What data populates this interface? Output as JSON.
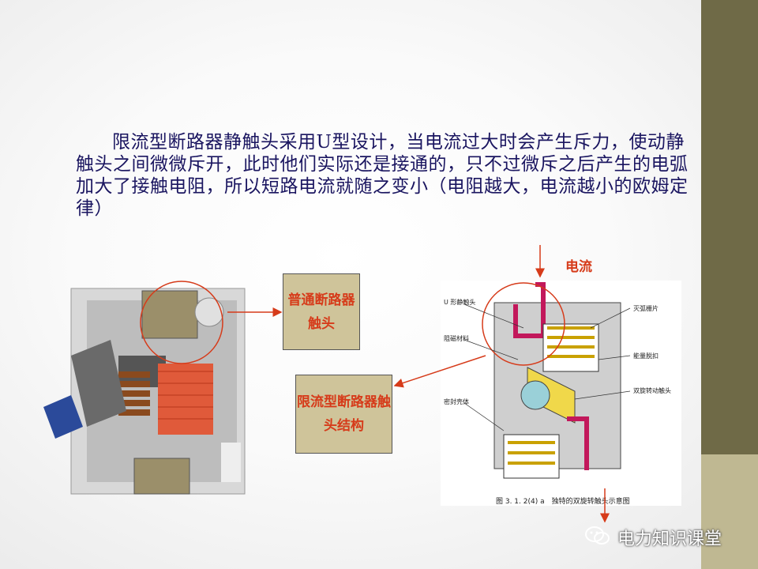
{
  "paragraph": "限流型断路器静触头采用U型设计，当电流过大时会产生斥力，使动静触头之间微微斥开，此时他们实际还是接通的，只不过微斥之后产生的电弧加大了接触电阻，所以短路电流就随之变小（电阻越大，电流越小的欧姆定律）",
  "labels": {
    "normal_contact": "普通断路器触头",
    "limiting_contact": "限流型断路器触头结构",
    "current": "电流"
  },
  "diagram": {
    "u_contact": "U 形静触头",
    "magnet": "阻磁材料",
    "housing": "密封壳体",
    "arc_chute": "灭弧栅片",
    "energy_release": "能量脱扣",
    "rotating_contact": "双旋转动触头",
    "caption": "图 3. 1. 2(4) a　独特的双旋转触头示意图"
  },
  "watermark": "电力知识课堂",
  "colors": {
    "text": "#1a1560",
    "accent": "#d63b1a",
    "box": "#cfc49a",
    "side_dark": "#6f6a47",
    "side_light": "#bfb892"
  }
}
